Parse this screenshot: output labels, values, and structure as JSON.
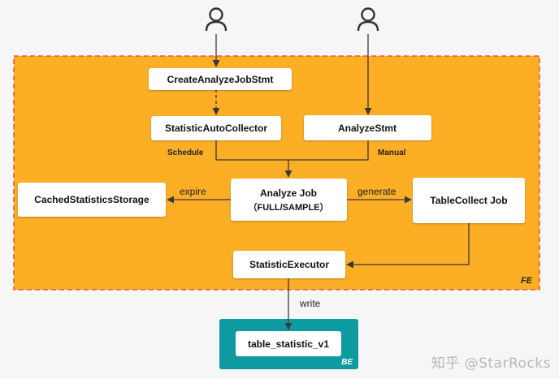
{
  "nodes": {
    "create_stmt": "CreateAnalyzeJobStmt",
    "auto_collector": "StatisticAutoCollector",
    "analyze_stmt": "AnalyzeStmt",
    "cached_storage": "CachedStatisticsStorage",
    "analyze_job_line1": "Analyze Job",
    "analyze_job_line2": "（FULL/SAMPLE）",
    "tablecollect_job": "TableCollect Job",
    "executor": "StatisticExecutor",
    "table_statistic": "table_statistic_v1"
  },
  "edge_labels": {
    "schedule": "Schedule",
    "manual": "Manual",
    "expire": "expire",
    "generate": "generate",
    "write": "write"
  },
  "regions": {
    "fe": "FE",
    "be": "BE"
  },
  "watermark": "知乎 @StarRocks",
  "colors": {
    "fe_fill": "#fcae24",
    "fe_border": "#e8412c",
    "be_fill": "#0d9aa0",
    "node_fill": "#ffffff",
    "line": "#3a3a3a"
  },
  "icons": [
    "user-icon",
    "user-icon"
  ]
}
